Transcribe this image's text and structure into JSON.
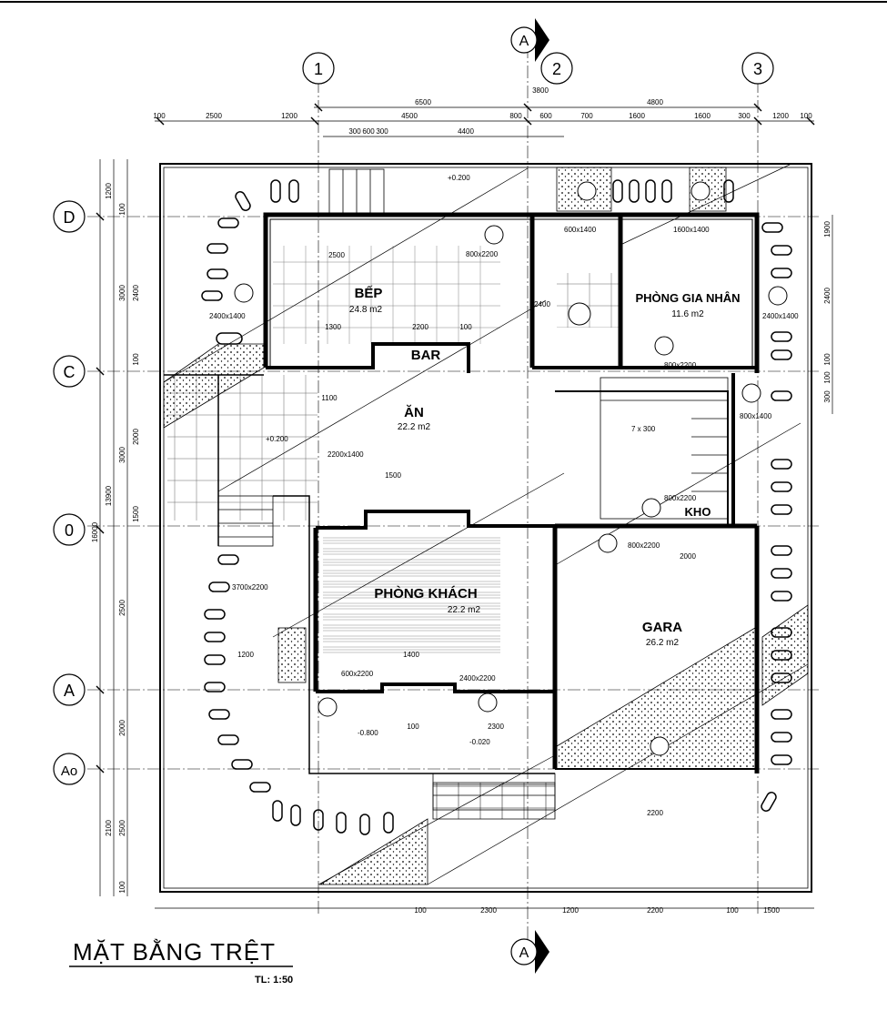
{
  "drawing": {
    "title": "MẶT BẰNG TRỆT",
    "scale": "TL: 1:50"
  },
  "grid_axes": {
    "columns": [
      "1",
      "2",
      "3"
    ],
    "rows": [
      "D",
      "C",
      "0",
      "A",
      "Ao"
    ],
    "section_marker": "A"
  },
  "rooms": [
    {
      "name": "BẾP",
      "area": "24.8 m2"
    },
    {
      "name": "BAR",
      "area": ""
    },
    {
      "name": "ĂN",
      "area": "22.2 m2"
    },
    {
      "name": "PHÒNG GIA NHÂN",
      "area": "11.6 m2"
    },
    {
      "name": "PHÒNG KHÁCH",
      "area": "22.2 m2"
    },
    {
      "name": "GARA",
      "area": "26.2 m2"
    },
    {
      "name": "KHO",
      "area": ""
    }
  ],
  "levels": [
    "+0.200",
    "+0.200",
    "-0.020",
    "-0.800"
  ],
  "openings": [
    "800x2200",
    "600x1400",
    "1600x1400",
    "2400x1400",
    "2400x1400",
    "800x2200",
    "800x1400",
    "2200x1400",
    "3700x2200",
    "600x2200",
    "2400x2200",
    "800x2200",
    "800x2200",
    "7 x 300"
  ],
  "dimensions": {
    "top": [
      "6500",
      "3800",
      "4800",
      "100",
      "2500",
      "1200",
      "4500",
      "800",
      "600",
      "700",
      "1600",
      "1600",
      "300",
      "1200",
      "100",
      "300",
      "600",
      "300",
      "4400"
    ],
    "bottom": [
      "100",
      "2300",
      "1200",
      "2200",
      "100",
      "1500"
    ],
    "left": [
      "1200",
      "100",
      "3000",
      "2400",
      "100",
      "2000",
      "3000",
      "1500",
      "2500",
      "2000",
      "2100",
      "2500",
      "13900",
      "16000",
      "100"
    ],
    "right": [
      "1900",
      "2400",
      "100",
      "100",
      "300"
    ],
    "interior": [
      "2500",
      "1300",
      "2200",
      "100",
      "4400",
      "1500",
      "2400",
      "1100",
      "1400",
      "2000",
      "2200",
      "2300",
      "1200",
      "100"
    ]
  }
}
